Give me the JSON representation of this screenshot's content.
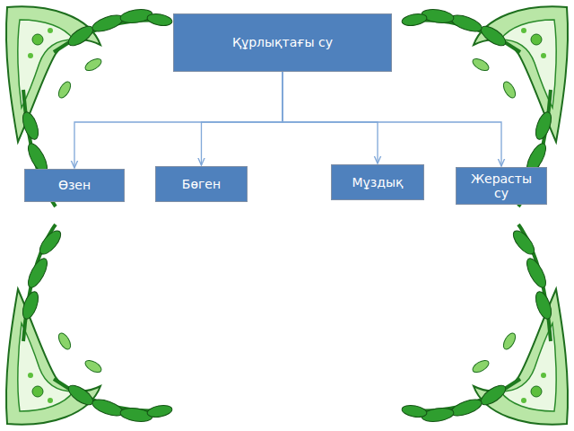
{
  "diagram": {
    "nodes": [
      {
        "text": [
          "Құрлықтағы су"
        ]
      },
      {
        "text": [
          "Өзен"
        ]
      },
      {
        "text": [
          "Бөген"
        ]
      },
      {
        "text": [
          "Мұздық"
        ]
      },
      {
        "text": [
          "Жерасты су"
        ]
      }
    ],
    "edges": [
      {
        "from": 0,
        "to": 1,
        "arrow": "to"
      },
      {
        "from": 0,
        "to": 2,
        "arrow": "to"
      },
      {
        "from": 0,
        "to": 3,
        "arrow": "to"
      },
      {
        "from": 0,
        "to": 4,
        "arrow": "to"
      }
    ]
  }
}
